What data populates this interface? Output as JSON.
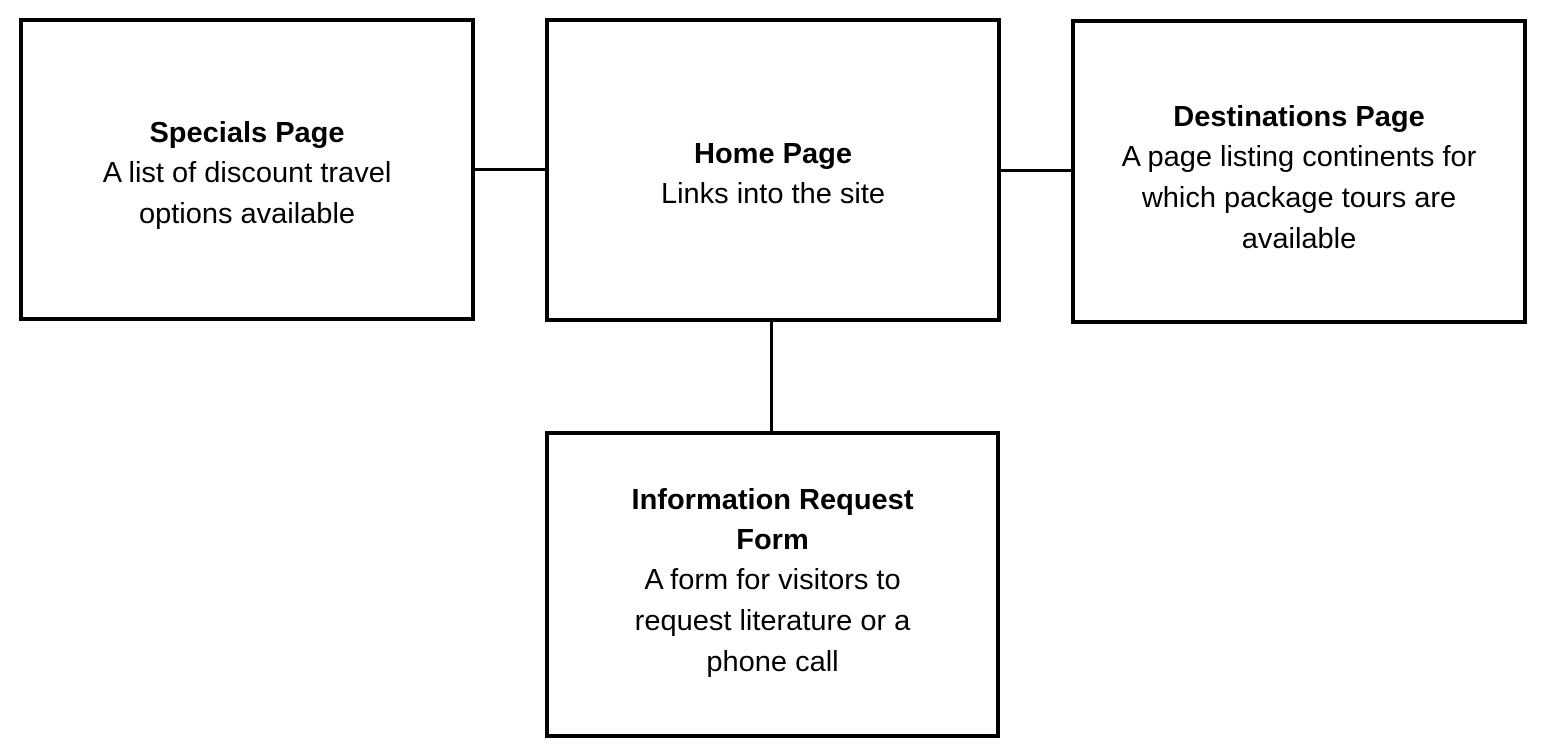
{
  "diagram": {
    "nodes": {
      "specials": {
        "title": "Specials Page",
        "description": "A list of discount travel options available"
      },
      "home": {
        "title": "Home Page",
        "description": "Links into the site"
      },
      "destinations": {
        "title": "Destinations Page",
        "description": "A page listing continents for which package tours are available"
      },
      "form": {
        "title": "Information Request Form",
        "description": "A form for visitors to request literature or a phone call"
      }
    },
    "edges": [
      {
        "from": "specials",
        "to": "home"
      },
      {
        "from": "home",
        "to": "destinations"
      },
      {
        "from": "home",
        "to": "form"
      }
    ]
  }
}
